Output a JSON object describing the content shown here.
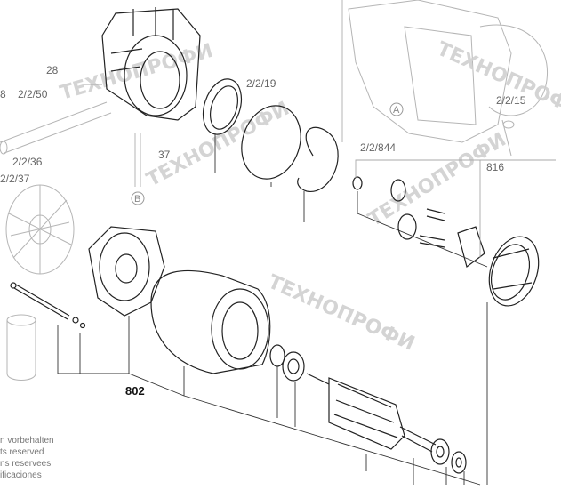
{
  "labels": {
    "l1": "28",
    "l2": "8",
    "l3": "2/2/50",
    "l4": "2/2/19",
    "l5": "2/2/15",
    "l6": "2/2/36",
    "l7": "2/2/37",
    "l8": "2/2/844",
    "l9": "816",
    "l10": "37",
    "main": "802"
  },
  "markers": {
    "a": "A",
    "b": "B"
  },
  "watermark": "ТЕХНОПРОФИ",
  "footer": {
    "line1": "n vorbehalten",
    "line2": "ts reserved",
    "line3": "ns reservees",
    "line4": "ificaciones"
  },
  "colors": {
    "line": "#222222",
    "ghost": "#b5b5b5",
    "label": "#666666"
  }
}
